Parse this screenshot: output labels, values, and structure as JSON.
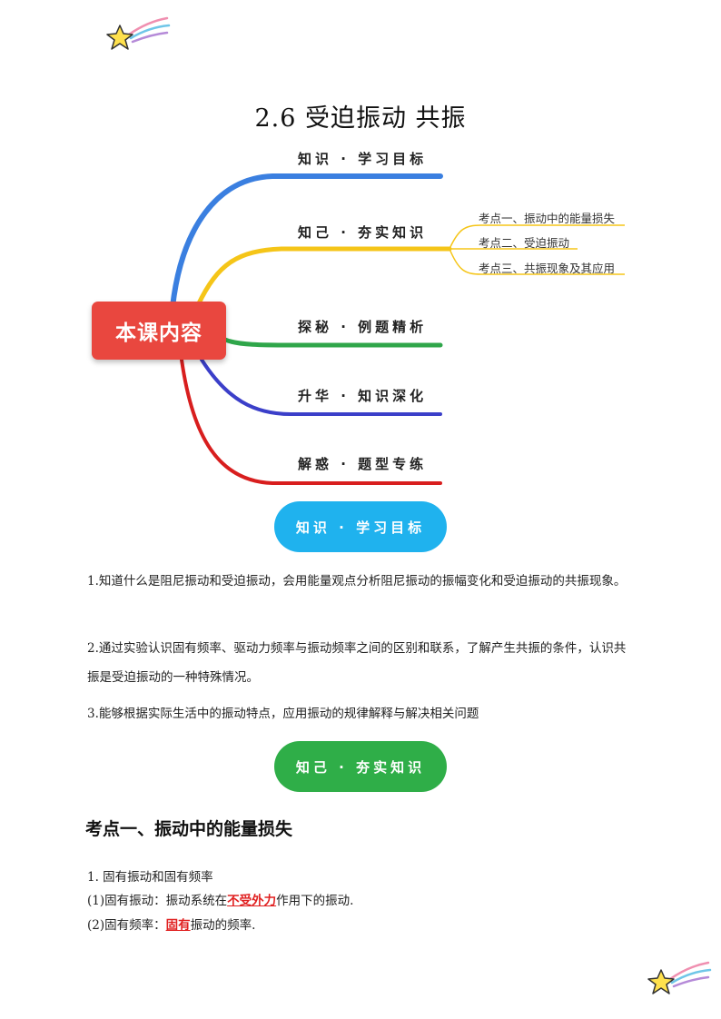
{
  "title": "2.6  受迫振动  共振",
  "mindmap": {
    "center": "本课内容",
    "branches": [
      {
        "label": "知识 · 学习目标",
        "color": "#3a7fe0"
      },
      {
        "label": "知己 · 夯实知识",
        "color": "#f5c518",
        "subs": [
          "考点一、振动中的能量损失",
          "考点二、受迫振动",
          "考点三、共振现象及其应用"
        ]
      },
      {
        "label": "探秘 · 例题精析",
        "color": "#2fa64a"
      },
      {
        "label": "升华 · 知识深化",
        "color": "#3b3fc9"
      },
      {
        "label": "解惑 · 题型专练",
        "color": "#d81e1e"
      }
    ]
  },
  "pills": {
    "goals": "知识 · 学习目标",
    "knowledge": "知己 · 夯实知识"
  },
  "goals": [
    "1.知道什么是阻尼振动和受迫振动，会用能量观点分析阻尼振动的振幅变化和受迫振动的共振现象。",
    "2.通过实验认识固有频率、驱动力频率与振动频率之间的区别和联系，了解产生共振的条件，认识共振是受迫振动的一种特殊情况。",
    "3.能够根据实际生活中的振动特点，应用振动的规律解释与解决相关问题"
  ],
  "section1": {
    "heading": "考点一、振动中的能量损失",
    "item1": "1.  固有振动和固有频率",
    "item2_pre": "(1)固有振动：振动系统在",
    "item2_key": "不受外力",
    "item2_post": "作用下的振动.",
    "item3_pre": "(2)固有频率：",
    "item3_key": "固有",
    "item3_post": "振动的频率."
  }
}
